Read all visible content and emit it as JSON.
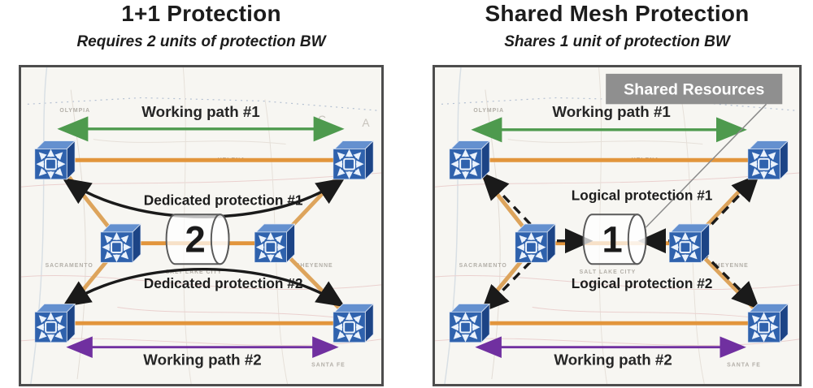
{
  "left_panel": {
    "title": "1+1 Protection",
    "subtitle": "Requires 2 units of protection BW",
    "working_path_1": "Working path #1",
    "working_path_2": "Working path #2",
    "protection_1": "Dedicated protection #1",
    "protection_2": "Dedicated protection #2",
    "units": "2"
  },
  "right_panel": {
    "title": "Shared Mesh Protection",
    "subtitle": "Shares 1 unit of protection BW",
    "working_path_1": "Working path #1",
    "working_path_2": "Working path #2",
    "protection_1": "Logical protection #1",
    "protection_2": "Logical protection #2",
    "units": "1",
    "callout": "Shared Resources"
  },
  "map_labels": [
    "OLYMPIA",
    "HELENA",
    "SACRAMENTO",
    "SALT LAKE CITY",
    "CHEYENNE",
    "SANTA FE"
  ],
  "map_letters": [
    "C",
    "A"
  ],
  "colors": {
    "working_path_1": "#4e9a4e",
    "working_path_2": "#7030a0",
    "physical_link": "#e2953c",
    "protection_arrow": "#1a1a1a",
    "callout_bg": "#8f8f8f",
    "node_front": "#2f62ad",
    "node_top": "#6490cf",
    "node_side": "#1c4486",
    "panel_border": "#4d4d4d",
    "map_bg": "#f7f6f2"
  }
}
